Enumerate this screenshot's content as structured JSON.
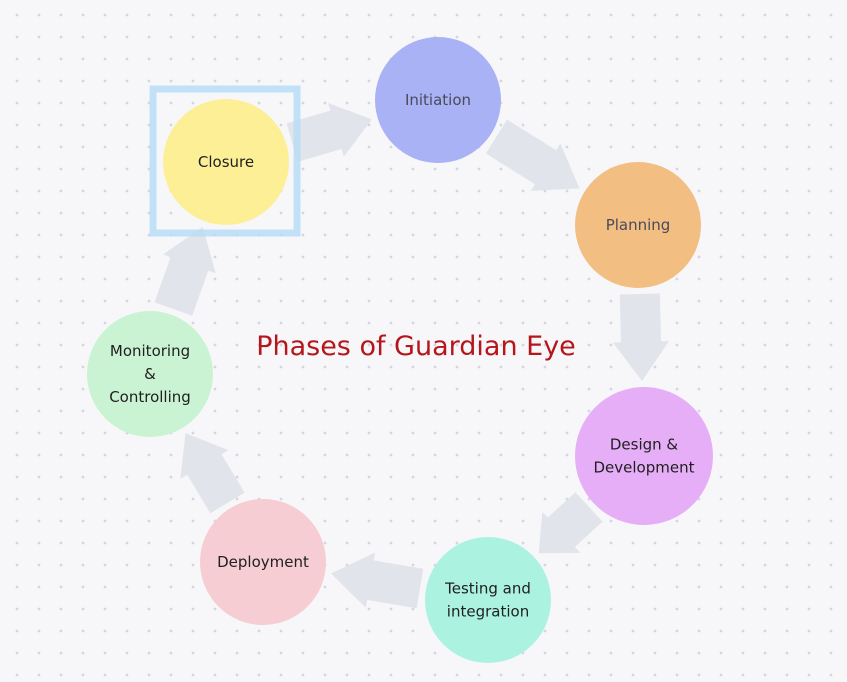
{
  "diagram": {
    "title": "Phases of Guardian Eye",
    "title_color": "#b5161c",
    "arrow_color": "#e1e4ea",
    "selection_color": "#b9dcf5",
    "selected_node": "closure",
    "nodes": [
      {
        "id": "initiation",
        "lines": [
          "Initiation"
        ],
        "fill": "#a8b2f5",
        "text_color": "#4a4a5a"
      },
      {
        "id": "planning",
        "lines": [
          "Planning"
        ],
        "fill": "#f3be82",
        "text_color": "#4a4a5a"
      },
      {
        "id": "design-development",
        "lines": [
          "Design &",
          "Development"
        ],
        "fill": "#e6aef7",
        "text_color": "#1f1f1f"
      },
      {
        "id": "testing-integration",
        "lines": [
          "Testing and",
          "integration"
        ],
        "fill": "#acf2e0",
        "text_color": "#1f1f1f"
      },
      {
        "id": "deployment",
        "lines": [
          "Deployment"
        ],
        "fill": "#f5cdd2",
        "text_color": "#1f1f1f"
      },
      {
        "id": "monitoring-controlling",
        "lines": [
          "Monitoring",
          "&",
          "Controlling"
        ],
        "fill": "#c9f3d3",
        "text_color": "#1f1f1f"
      },
      {
        "id": "closure",
        "lines": [
          "Closure"
        ],
        "fill": "#fdef96",
        "text_color": "#1f1f1f"
      }
    ],
    "arrows": [
      {
        "from": "closure",
        "to": "initiation"
      },
      {
        "from": "initiation",
        "to": "planning"
      },
      {
        "from": "planning",
        "to": "design-development"
      },
      {
        "from": "design-development",
        "to": "testing-integration"
      },
      {
        "from": "testing-integration",
        "to": "deployment"
      },
      {
        "from": "deployment",
        "to": "monitoring-controlling"
      },
      {
        "from": "monitoring-controlling",
        "to": "closure"
      }
    ]
  }
}
